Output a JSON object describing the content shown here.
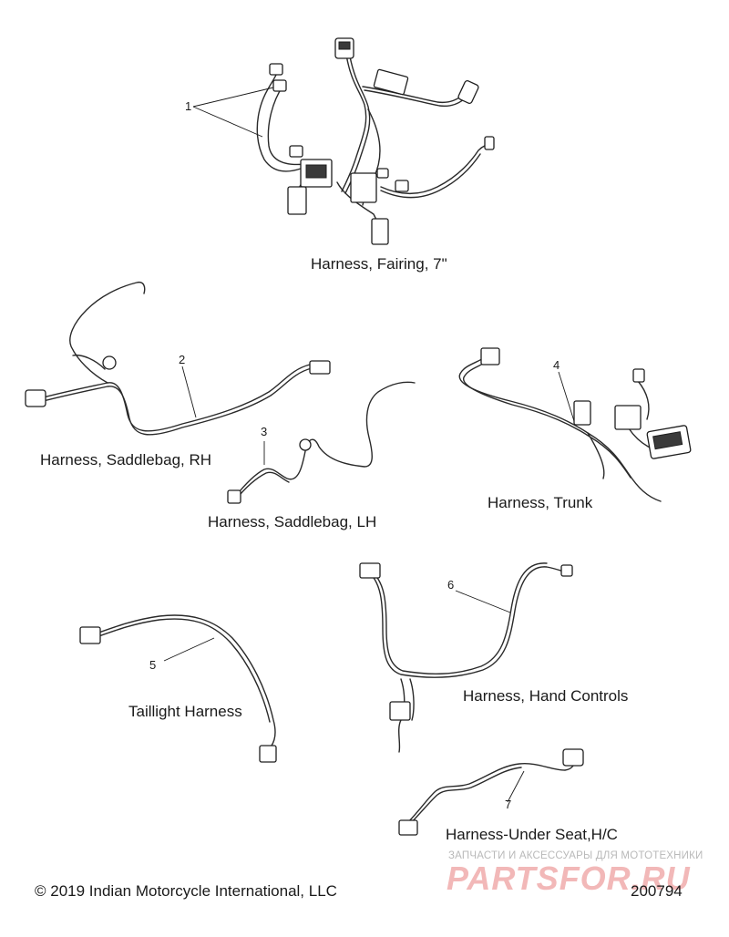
{
  "parts": [
    {
      "number": "1",
      "label": "Harness, Fairing, 7\""
    },
    {
      "number": "2",
      "label": "Harness, Saddlebag, RH"
    },
    {
      "number": "3",
      "label": "Harness, Saddlebag, LH"
    },
    {
      "number": "4",
      "label": "Harness, Trunk"
    },
    {
      "number": "5",
      "label": "Taillight Harness"
    },
    {
      "number": "6",
      "label": "Harness, Hand Controls"
    },
    {
      "number": "7",
      "label": "Harness-Under Seat,H/C"
    }
  ],
  "footer": {
    "copyright": "© 2019 Indian Motorcycle International, LLC",
    "diagram_id": "200794"
  },
  "watermark": {
    "subtitle": "ЗАПЧАСТИ И АКСЕССУАРЫ ДЛЯ МОТОТЕХНИКИ",
    "brand": "PARTSFOR.RU"
  },
  "colors": {
    "line": "#2a2a2a",
    "watermark_brand": "#f2b8b8",
    "watermark_text": "#b9b9b9"
  }
}
